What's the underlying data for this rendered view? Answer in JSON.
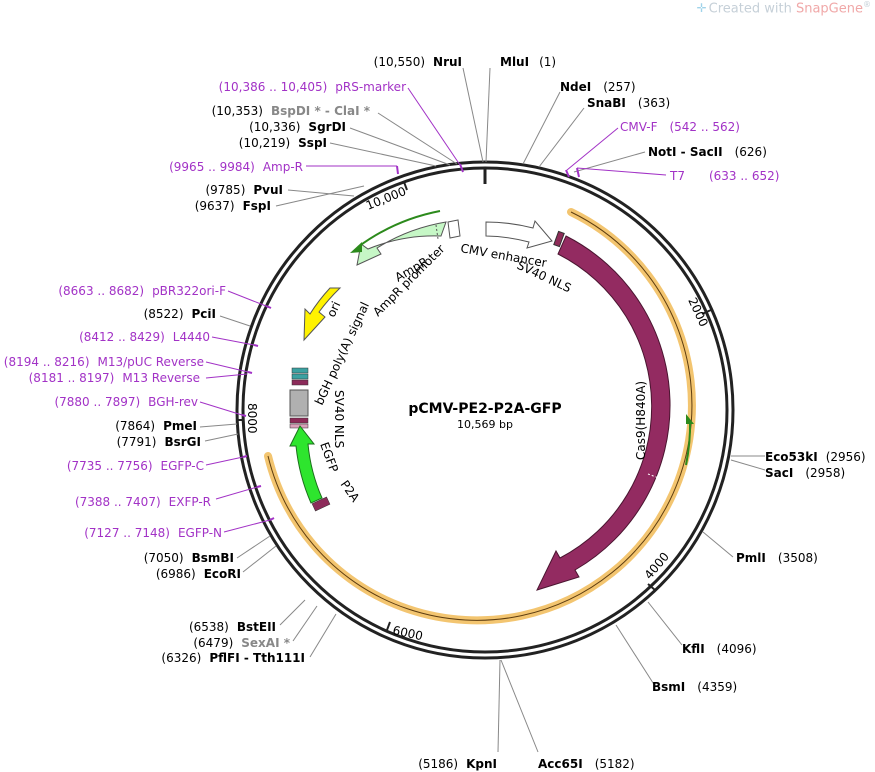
{
  "watermark": {
    "prefix": "Created with ",
    "brand": "SnapGene",
    "mark": "®"
  },
  "plasmid": {
    "name": "pCMV-PE2-P2A-GFP",
    "size": "10,569 bp"
  },
  "colors": {
    "backbone": "#222222",
    "site_line": "#888888",
    "primer": "#a232c6",
    "cas9": "#932b61",
    "orf": "#f3c570",
    "egfp": "#2ee52e",
    "ori": "#fff200",
    "ampr": "#c6f7c6",
    "enhancer": "#ffffff",
    "bgh": "#b0b0b0",
    "sv40": "#8e2b58"
  },
  "sites": [
    {
      "name": "NruI",
      "pos": "(10,550)"
    },
    {
      "name": "MluI",
      "pos": "(1)"
    },
    {
      "name": "NdeI",
      "pos": "(257)"
    },
    {
      "name": "SnaBI",
      "pos": "(363)"
    },
    {
      "name": "NotI - SacII",
      "pos": "(626)"
    },
    {
      "name": "SgrDI",
      "pos": "(10,336)"
    },
    {
      "name": "SspI",
      "pos": "(10,219)"
    },
    {
      "name": "PvuI",
      "pos": "(9785)"
    },
    {
      "name": "FspI",
      "pos": "(9637)"
    },
    {
      "name": "PciI",
      "pos": "(8522)"
    },
    {
      "name": "PmeI",
      "pos": "(7864)"
    },
    {
      "name": "BsrGI",
      "pos": "(7791)"
    },
    {
      "name": "BsmBI",
      "pos": "(7050)"
    },
    {
      "name": "EcoRI",
      "pos": "(6986)"
    },
    {
      "name": "BstEII",
      "pos": "(6538)"
    },
    {
      "name": "PflFI - Tth111I",
      "pos": "(6326)"
    },
    {
      "name": "KpnI",
      "pos": "(5186)"
    },
    {
      "name": "Acc65I",
      "pos": "(5182)"
    },
    {
      "name": "BsmI",
      "pos": "(4359)"
    },
    {
      "name": "KflI",
      "pos": "(4096)"
    },
    {
      "name": "PmlI",
      "pos": "(3508)"
    },
    {
      "name": "Eco53kI",
      "pos": "(2956)"
    },
    {
      "name": "SacI",
      "pos": "(2958)"
    }
  ],
  "grey_sites": [
    {
      "names": "BspDI * - ClaI *",
      "pos": "(10,353)"
    },
    {
      "names": "SexAI *",
      "pos": "(6479)"
    }
  ],
  "primers": [
    {
      "name": "pRS-marker",
      "range": "(10,386 .. 10,405)"
    },
    {
      "name": "Amp-R",
      "range": "(9965 .. 9984)"
    },
    {
      "name": "CMV-F",
      "range": "(542 .. 562)"
    },
    {
      "name": "T7",
      "range": "(633 .. 652)"
    },
    {
      "name": "pBR322ori-F",
      "range": "(8663 .. 8682)"
    },
    {
      "name": "L4440",
      "range": "(8412 .. 8429)"
    },
    {
      "name": "M13/pUC Reverse",
      "range": "(8194 .. 8216)"
    },
    {
      "name": "M13 Reverse",
      "range": "(8181 .. 8197)"
    },
    {
      "name": "BGH-rev",
      "range": "(7880 .. 7897)"
    },
    {
      "name": "EGFP-C",
      "range": "(7735 .. 7756)"
    },
    {
      "name": "EXFP-R",
      "range": "(7388 .. 7407)"
    },
    {
      "name": "EGFP-N",
      "range": "(7127 .. 7148)"
    }
  ],
  "ticks": [
    "2000",
    "4000",
    "6000",
    "8000",
    "10,000"
  ],
  "features": {
    "cmv": "CMV enhancer",
    "sv40_top": "SV40 NLS",
    "cas9": "Cas9(H840A)",
    "ampr": "AmpR",
    "ampr_promoter": "AmpR promoter",
    "ori": "ori",
    "bgh": "bGH poly(A) signal",
    "sv40_inner": "SV40 NLS",
    "egfp": "EGFP",
    "p2a": "P2A"
  }
}
